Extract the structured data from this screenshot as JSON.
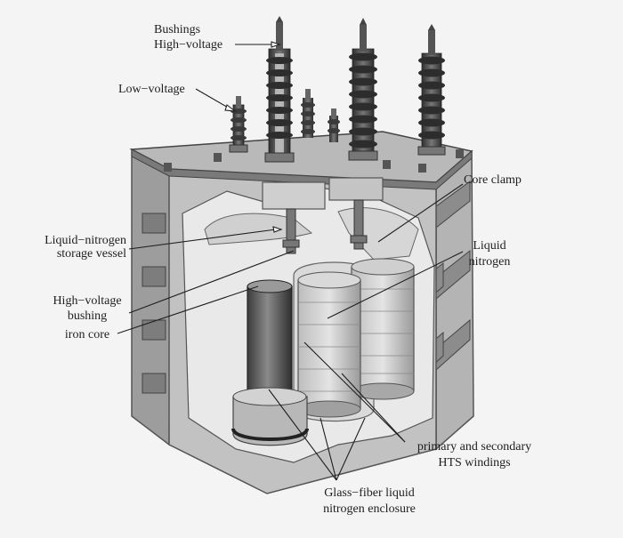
{
  "labels": {
    "bushings": "Bushings",
    "high_voltage": "High−voltage",
    "low_voltage": "Low−voltage",
    "core_clamp": "Core clamp",
    "liquid_nitrogen_line1": "Liquid",
    "liquid_nitrogen_line2": "nitrogen",
    "storage_vessel_line1": "Liquid−nitrogen",
    "storage_vessel_line2": "storage vessel",
    "hv_bushing_line1": "High−voltage",
    "hv_bushing_line2": "bushing",
    "iron_core": "iron core",
    "hts_windings_line1": "primary and secondary",
    "hts_windings_line2": "HTS windings",
    "enclosure_line1": "Glass−fiber liquid",
    "enclosure_line2": "nitrogen enclosure"
  },
  "colors": {
    "background": "#f4f4f4",
    "tank_light": "#cfcfcf",
    "tank_mid": "#a9a9a9",
    "tank_dark": "#6e6e6e",
    "interior": "#e6e6e6",
    "ink": "#1e1e1e",
    "bushing": "#4a4a4a"
  }
}
